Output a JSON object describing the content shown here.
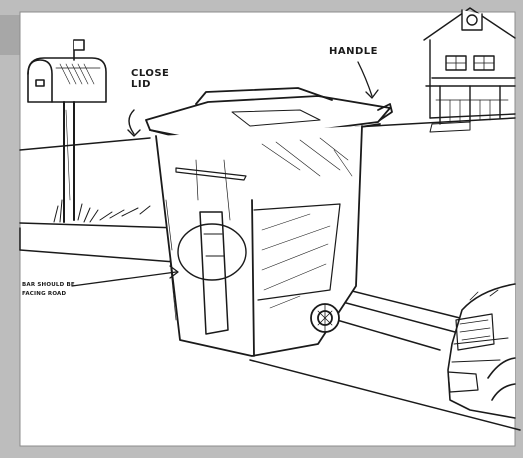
{
  "labels": {
    "close_lid_line1": "CLOSE",
    "close_lid_line2": "LID",
    "handle": "HANDLE",
    "bar_line1": "BAR SHOULD BE",
    "bar_line2": "FACING ROAD"
  },
  "colors": {
    "frame_gray": "#bdbdbd",
    "ink": "#1a1a1a",
    "paper": "#ffffff"
  }
}
